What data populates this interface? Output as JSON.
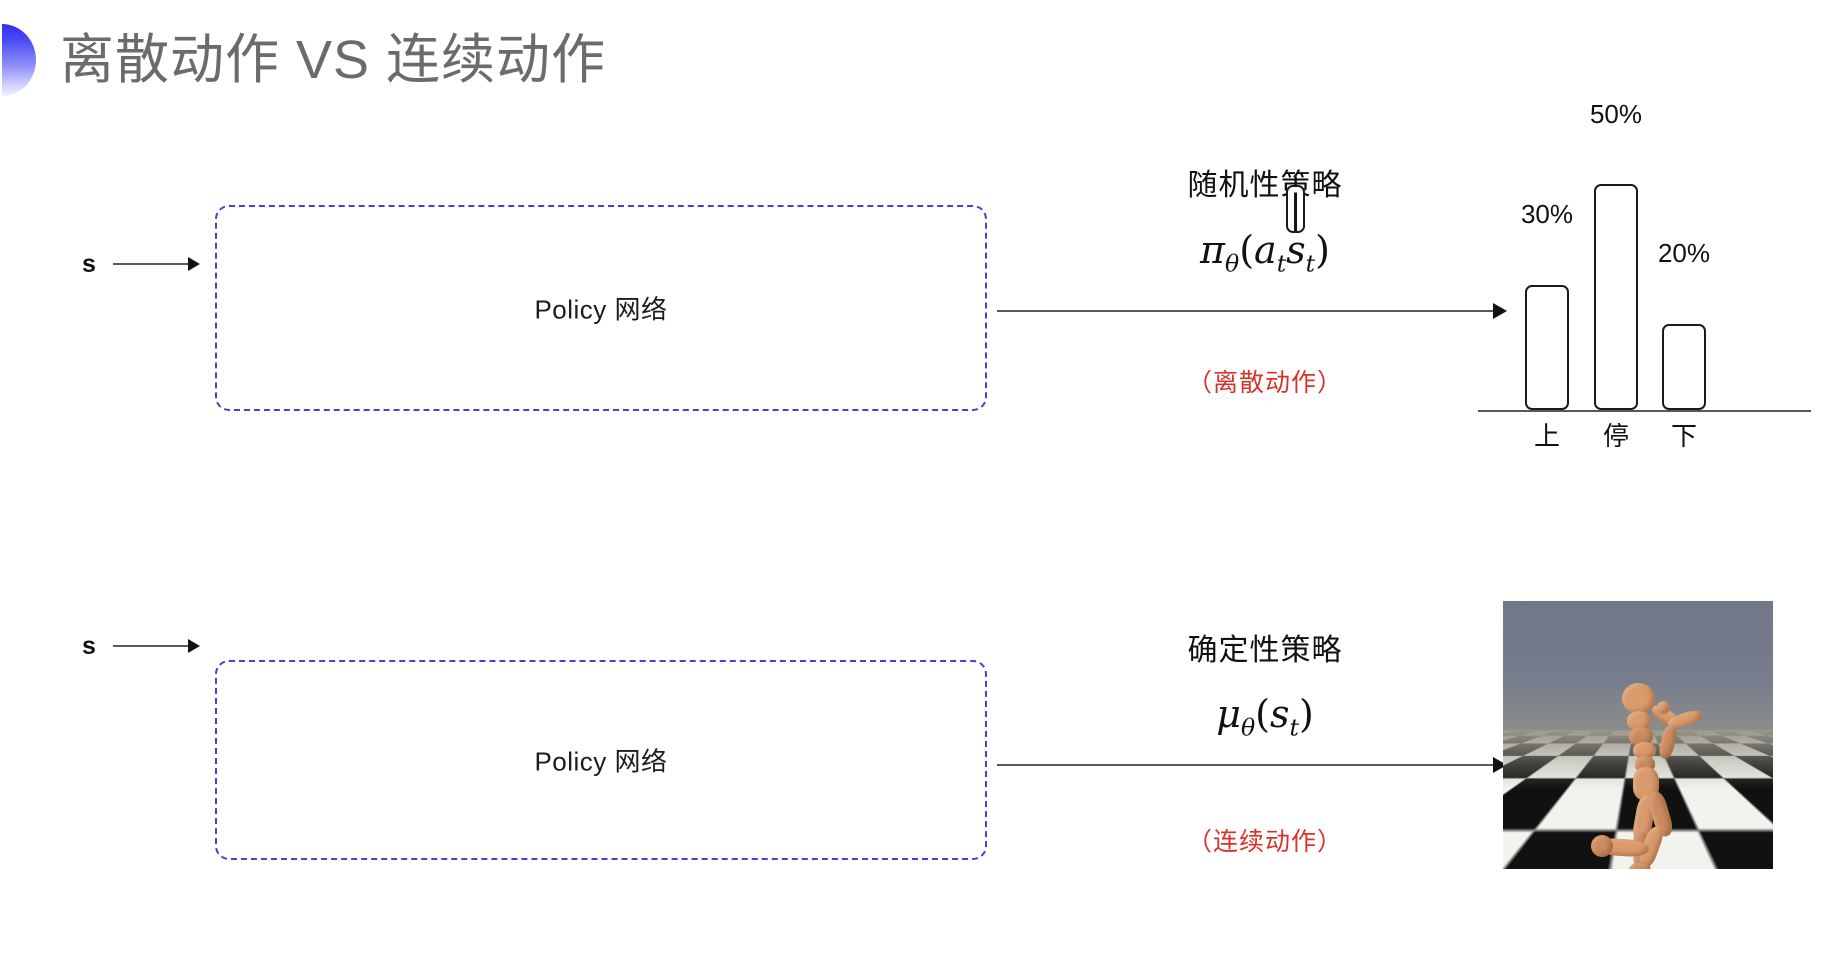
{
  "slide": {
    "title": "离散动作 VS 连续动作",
    "bullet_icon": "half-circle-bullet-icon",
    "accent_color": "#3a3af0",
    "title_color": "#6b6b6b"
  },
  "rows": [
    {
      "id": "discrete",
      "input_label": "s",
      "box_label": "Policy 网络",
      "box_border_color": "#4341d6",
      "policy_caption": "随机性策略",
      "formula": {
        "base": "π",
        "base_sub": "θ",
        "open": "(",
        "arg": "a",
        "arg_sub": "t",
        "sep": "|",
        "cond": "s",
        "cond_sub": "t",
        "close": ")",
        "plain": "πθ(at|st)"
      },
      "action_note": "（离散动作）",
      "action_note_color": "#d9322b",
      "output_type": "bar-chart"
    },
    {
      "id": "continuous",
      "input_label": "s",
      "box_label": "Policy 网络",
      "box_border_color": "#4341d6",
      "policy_caption": "确定性策略",
      "formula": {
        "base": "μ",
        "base_sub": "θ",
        "open": "(",
        "arg": "s",
        "arg_sub": "t",
        "close": ")",
        "plain": "μθ(st)"
      },
      "action_note": "（连续动作）",
      "action_note_color": "#d9322b",
      "output_type": "humanoid-simulation"
    }
  ],
  "chart_data": {
    "type": "bar",
    "title": "",
    "categories": [
      "上",
      "停",
      "下"
    ],
    "values": [
      30,
      50,
      20
    ],
    "value_labels": [
      "30%",
      "50%",
      "20%"
    ],
    "xlabel": "",
    "ylabel": "",
    "ylim": [
      0,
      60
    ],
    "grid": false,
    "legend": "none",
    "bar_fill": "#ffffff",
    "bar_stroke": "#1b1b1b",
    "axis_color": "#57575c"
  },
  "humanoid": {
    "alt": "MuJoCo humanoid running on checkerboard floor",
    "sky_color": "#757b8c",
    "floor_light": "#f2f2ee",
    "floor_dark": "#111111",
    "body_color": "#d99a6c"
  }
}
